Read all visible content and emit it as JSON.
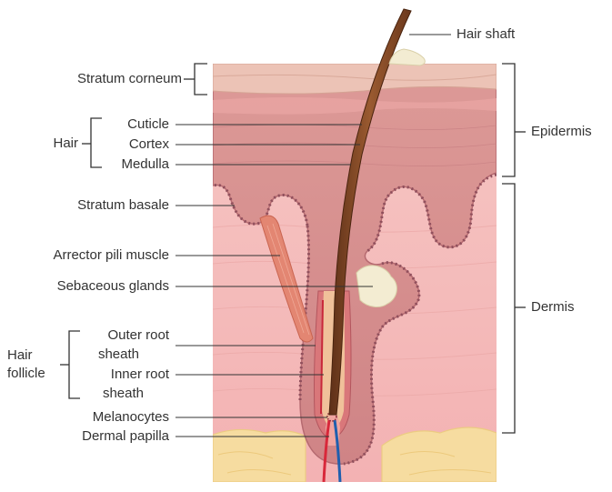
{
  "labels": {
    "hair_shaft": "Hair shaft",
    "stratum_corneum": "Stratum corneum",
    "hair": "Hair",
    "cuticle": "Cuticle",
    "cortex": "Cortex",
    "medulla": "Medulla",
    "stratum_basale": "Stratum basale",
    "arrector_pili_muscle": "Arrector pili muscle",
    "sebaceous_glands": "Sebaceous glands",
    "hair_follicle_line1": "Hair",
    "hair_follicle_line2": "follicle",
    "outer_root_sheath_line1": "Outer root",
    "outer_root_sheath_line2": "sheath",
    "inner_root_sheath_line1": "Inner root",
    "inner_root_sheath_line2": "sheath",
    "melanocytes": "Melanocytes",
    "dermal_papilla": "Dermal papilla",
    "epidermis": "Epidermis",
    "dermis": "Dermis"
  },
  "colors": {
    "leader_line": "#333333",
    "stratum_corneum": "#e9b9ad",
    "epidermis": "#d98f8f",
    "dermis": "#f2b8b8",
    "fat_layer": "#f6dca0",
    "hair_shaft": "#7a4323",
    "sebum": "#f3ecd2",
    "muscle": "#e38672",
    "artery": "#d8283a",
    "vein": "#1f5fae"
  }
}
